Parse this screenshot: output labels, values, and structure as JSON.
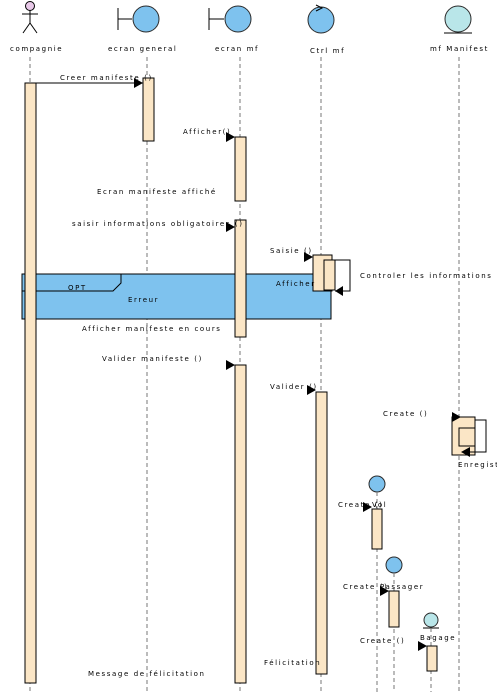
{
  "lifelines": [
    {
      "label": "compagnie"
    },
    {
      "label": "ecran general"
    },
    {
      "label": "ecran mf"
    },
    {
      "label": "Ctrl mf"
    },
    {
      "label": "mf Manifest"
    }
  ],
  "created_objects": [
    {
      "label": "Vol"
    },
    {
      "label": "Passager"
    },
    {
      "label": "Bagage"
    }
  ],
  "messages": {
    "m1": "Creer manifeste ()",
    "m2": "Afficher()",
    "m3": "Ecran manifeste affiché",
    "m4": "saisir informations obligatoires ()",
    "m5": "Saisie ()",
    "m6": "Controler les informations",
    "m7": "Afficher",
    "m8": "Erreur",
    "m9": "Afficher manifeste en cours",
    "m10": "Valider manifeste ()",
    "m11": "Valider ()",
    "m12": "Create ()",
    "m13": "Enregistrer",
    "m14": "Create ()",
    "m15": "Create ()",
    "m16": "Create ()",
    "m17": "Félicitation",
    "m18": "Message de félicitation"
  },
  "fragment": {
    "operator": "OPT"
  },
  "colors": {
    "activation_fill": "#fbe6c6",
    "boundary_fill": "#7ec2ee",
    "entity_fill": "#b9e6e9",
    "fragment_fill": "#7ec2ee"
  }
}
